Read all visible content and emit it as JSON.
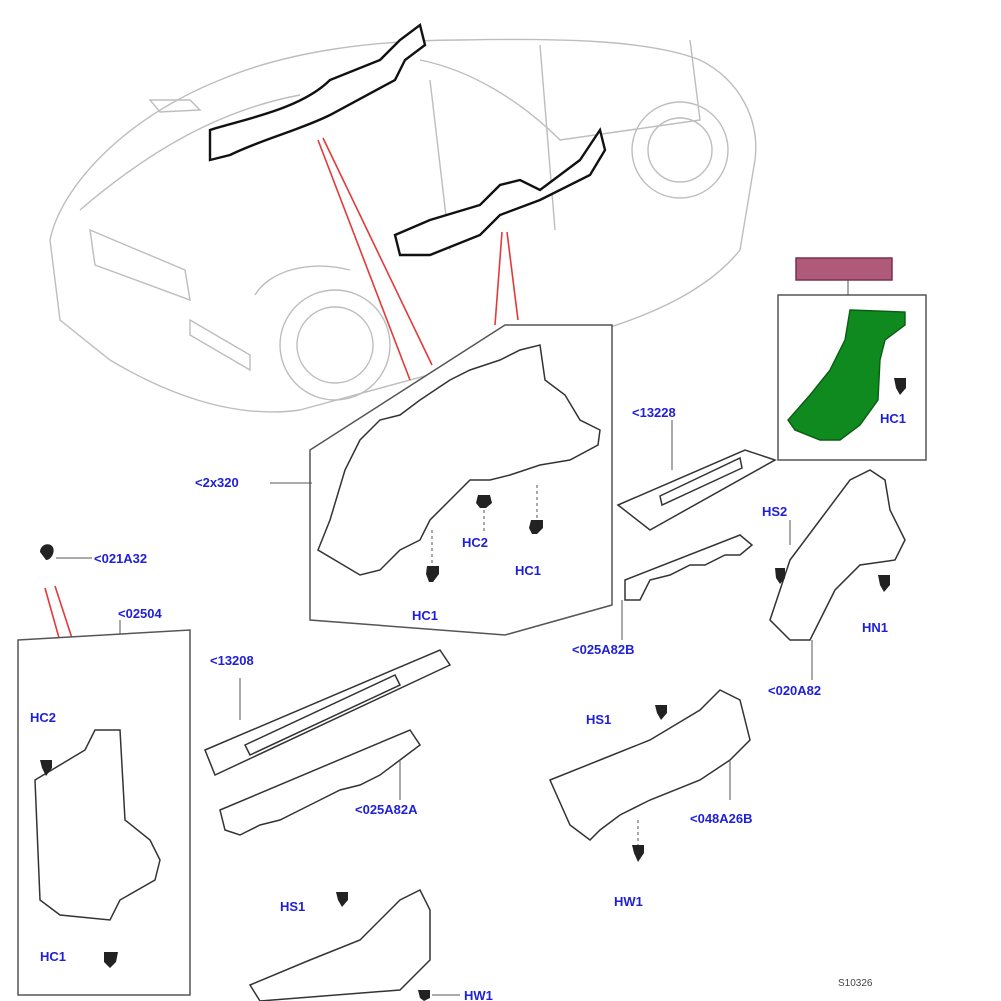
{
  "labels": {
    "trim_left_panel": "<2x320",
    "hc2_a": "HC2",
    "hc1_a": "HC1",
    "hc1_b": "HC1",
    "part_13228": "<13228",
    "part_025a82b": "<025A82B",
    "hs2": "HS2",
    "hn1": "HN1",
    "part_020a82": "<020A82",
    "hc1_inset": "HC1",
    "part_021a32": "<021A32",
    "part_02504": "<02504",
    "hc2_left": "HC2",
    "hc1_left": "HC1",
    "part_13208": "<13208",
    "part_025a82a": "<025A82A",
    "hs1_a": "HS1",
    "part_048a26b": "<048A26B",
    "hw1_a": "HW1",
    "hs1_b": "HS1",
    "hw1_b": "HW1",
    "figure_code": "S10326"
  },
  "colors": {
    "highlight_part": "#0f8a1e",
    "highlight_tag": "#b05a7a",
    "label_text": "#1f1fd6",
    "callout_line": "#e23a3a"
  }
}
